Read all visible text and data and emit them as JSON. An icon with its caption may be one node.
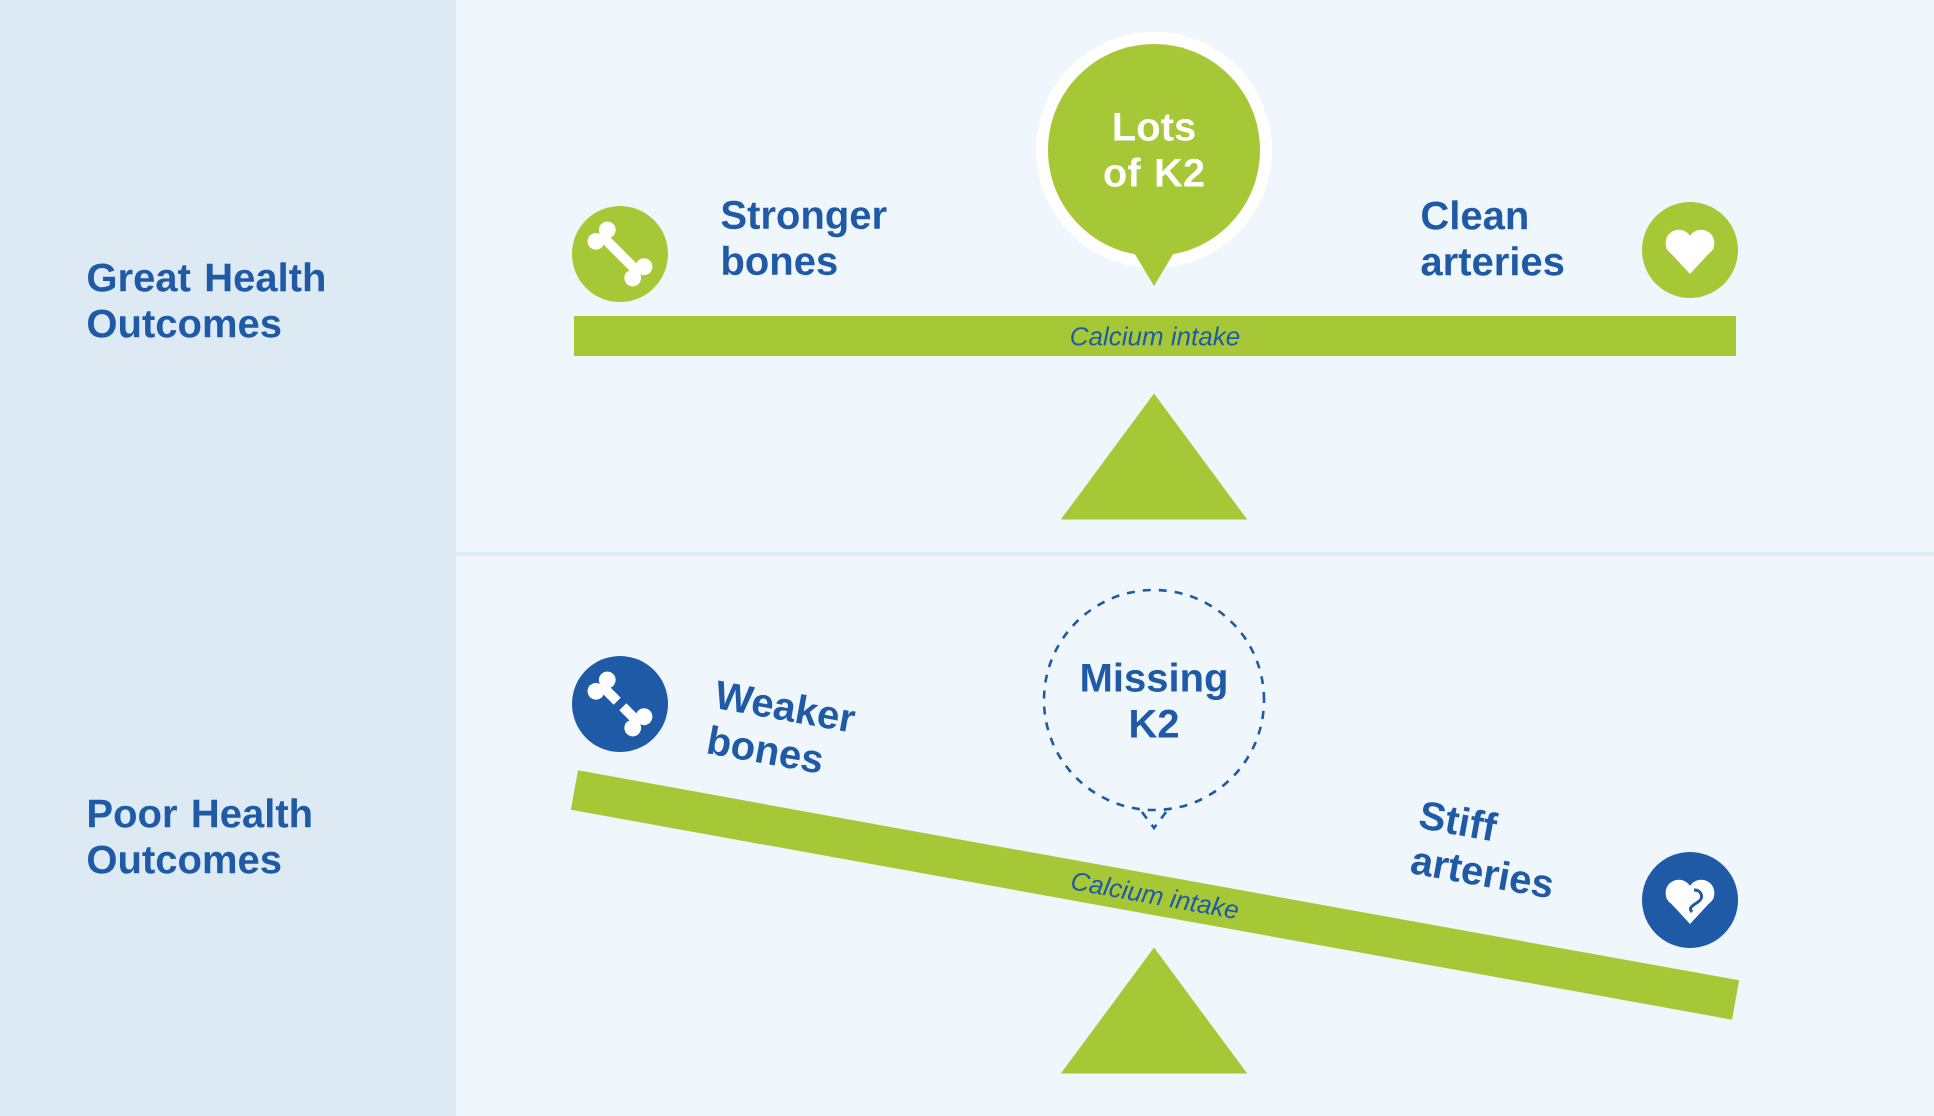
{
  "diagram": {
    "nodes": [
      {
        "text": [
          "Lots of K2"
        ]
      },
      {
        "text": [
          "Calcium intake"
        ]
      },
      {
        "text": [
          "Missing K2"
        ]
      },
      {
        "text": [
          "Calcium intake"
        ]
      },
      {
        "text": [],
        "shape": "triangle"
      },
      {
        "text": [],
        "shape": "triangle"
      }
    ],
    "labels": [
      "Great Health Outcomes",
      "Stronger bones",
      "Clean arteries",
      "Poor Health Outcomes",
      "Weaker bones",
      "Stiff arteries"
    ]
  }
}
